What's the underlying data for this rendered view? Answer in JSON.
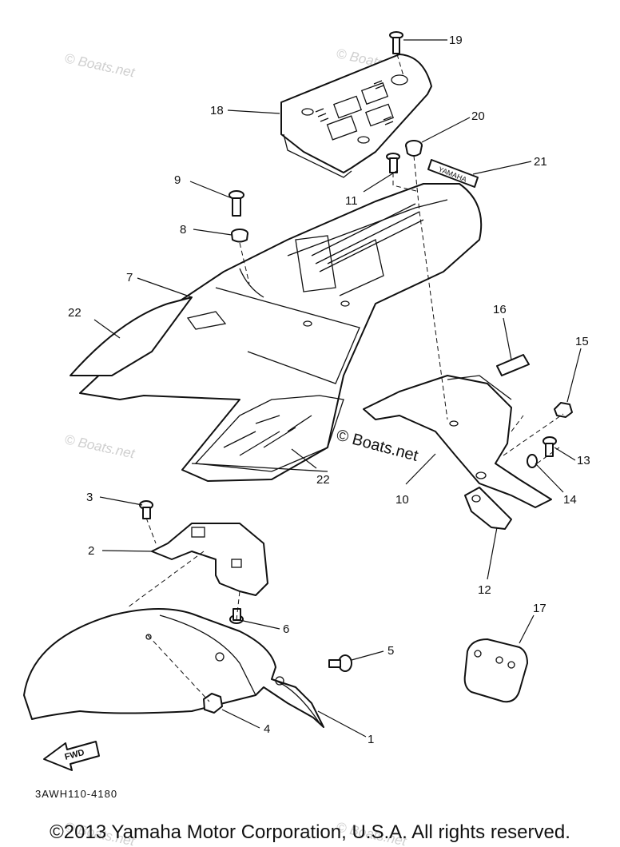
{
  "figure_code": "3AWH110-4180",
  "watermarks": [
    "© Boats.net",
    "© Boats.net",
    "© Boats.net",
    "© Boats.net",
    "© Boats.net"
  ],
  "center_watermark": "© Boats.net",
  "copyright": "©2013 Yamaha Motor Corporation, U.S.A. All rights reserved.",
  "fwd_label": "FWD",
  "decal_text": "YAMAHA",
  "callouts": [
    {
      "id": "c1",
      "label": "1"
    },
    {
      "id": "c2",
      "label": "2"
    },
    {
      "id": "c3",
      "label": "3"
    },
    {
      "id": "c4",
      "label": "4"
    },
    {
      "id": "c5",
      "label": "5"
    },
    {
      "id": "c6",
      "label": "6"
    },
    {
      "id": "c7",
      "label": "7"
    },
    {
      "id": "c8",
      "label": "8"
    },
    {
      "id": "c9",
      "label": "9"
    },
    {
      "id": "c10",
      "label": "10"
    },
    {
      "id": "c11",
      "label": "11"
    },
    {
      "id": "c12",
      "label": "12"
    },
    {
      "id": "c13",
      "label": "13"
    },
    {
      "id": "c14",
      "label": "14"
    },
    {
      "id": "c15",
      "label": "15"
    },
    {
      "id": "c16",
      "label": "16"
    },
    {
      "id": "c17",
      "label": "17"
    },
    {
      "id": "c18",
      "label": "18"
    },
    {
      "id": "c19",
      "label": "19"
    },
    {
      "id": "c20",
      "label": "20"
    },
    {
      "id": "c21",
      "label": "21"
    },
    {
      "id": "c22a",
      "label": "22"
    },
    {
      "id": "c22b",
      "label": "22"
    }
  ]
}
